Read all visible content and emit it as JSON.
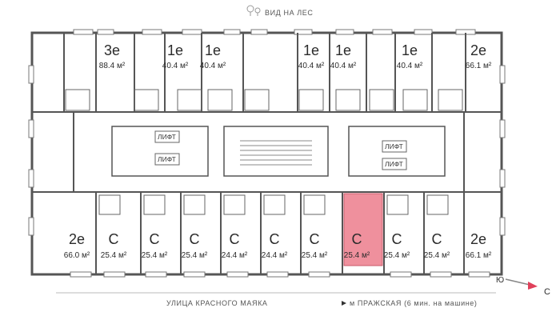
{
  "view_label": "ВИД НА ЛЕС",
  "street_label": "УЛИЦА КРАСНОГО МАЯКА",
  "metro_label": "м ПРАЖСКАЯ (6 мин. на машине)",
  "compass": {
    "left": "Ю",
    "right": "С"
  },
  "lift_label": "ЛИФТ",
  "highlight_color": "#ec7d8c",
  "units_top": [
    {
      "code": "3е",
      "area": "88.4 м²"
    },
    {
      "code": "1е",
      "area": "40.4 м²"
    },
    {
      "code": "1е",
      "area": "40.4 м²"
    },
    {
      "code": "1е",
      "area": "40.4 м²"
    },
    {
      "code": "1е",
      "area": "40.4 м²"
    },
    {
      "code": "1е",
      "area": "40.4 м²"
    },
    {
      "code": "2е",
      "area": "66.1 м²"
    }
  ],
  "units_bottom": [
    {
      "code": "2е",
      "area": "66.0 м²",
      "highlighted": false
    },
    {
      "code": "С",
      "area": "25.4 м²",
      "highlighted": false
    },
    {
      "code": "С",
      "area": "25.4 м²",
      "highlighted": false
    },
    {
      "code": "С",
      "area": "25.4 м²",
      "highlighted": false
    },
    {
      "code": "С",
      "area": "24.4 м²",
      "highlighted": false
    },
    {
      "code": "С",
      "area": "24.4 м²",
      "highlighted": false
    },
    {
      "code": "С",
      "area": "25.4 м²",
      "highlighted": false
    },
    {
      "code": "С",
      "area": "25.4 м²",
      "highlighted": true
    },
    {
      "code": "С",
      "area": "25.4 м²",
      "highlighted": false
    },
    {
      "code": "С",
      "area": "25.4 м²",
      "highlighted": false
    },
    {
      "code": "2е",
      "area": "66.1 м²",
      "highlighted": false
    }
  ]
}
